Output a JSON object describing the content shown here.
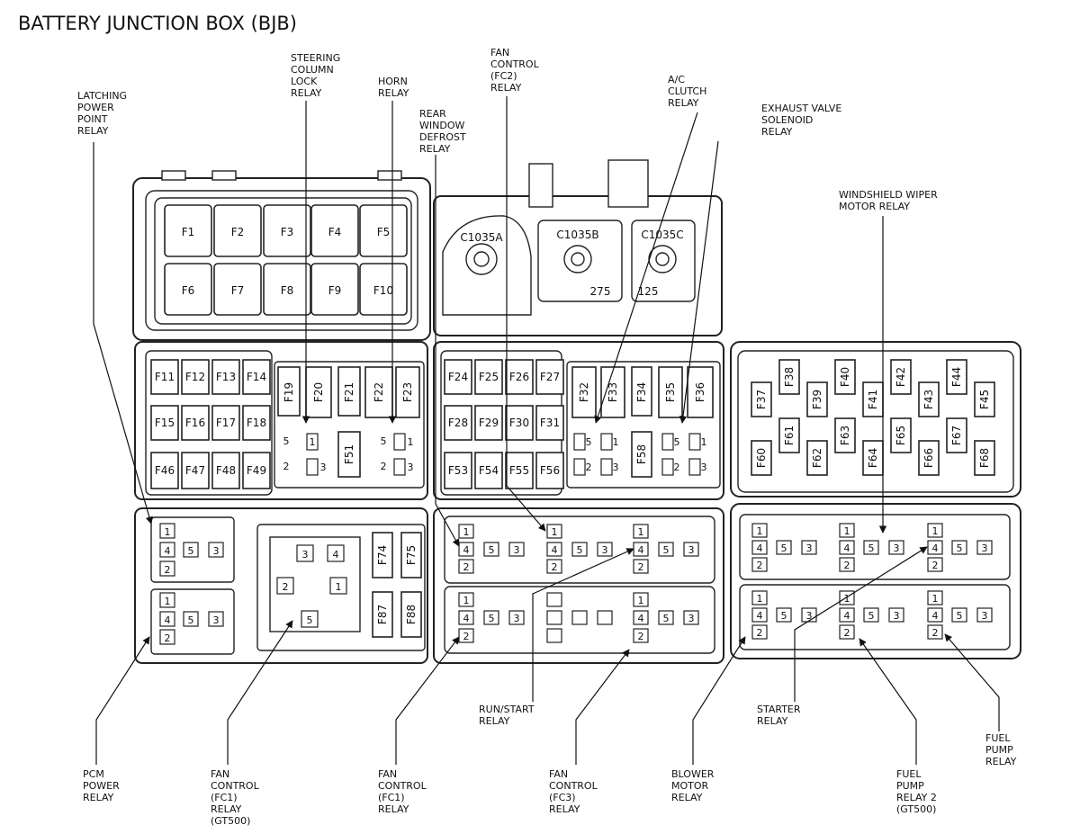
{
  "title": "BATTERY JUNCTION BOX (BJB)",
  "callouts": {
    "latching_power_point_relay": [
      "LATCHING",
      "POWER",
      "POINT",
      "RELAY"
    ],
    "steering_column_lock_relay": [
      "STEERING",
      "COLUMN",
      "LOCK",
      "RELAY"
    ],
    "horn_relay": [
      "HORN",
      "RELAY"
    ],
    "rear_window_defrost_relay": [
      "REAR",
      "WINDOW",
      "DEFROST",
      "RELAY"
    ],
    "fan_control_fc2_relay": [
      "FAN",
      "CONTROL",
      "(FC2)",
      "RELAY"
    ],
    "ac_clutch_relay": [
      "A/C",
      "CLUTCH",
      "RELAY"
    ],
    "exhaust_valve_solenoid_relay": [
      "EXHAUST VALVE",
      "SOLENOID",
      "RELAY"
    ],
    "windshield_wiper_motor_relay": [
      "WINDSHIELD WIPER",
      "MOTOR RELAY"
    ],
    "pcm_power_relay": [
      "PCM",
      "POWER",
      "RELAY"
    ],
    "fan_control_fc1_relay_gt500": [
      "FAN",
      "CONTROL",
      "(FC1)",
      "RELAY",
      "(GT500)"
    ],
    "fan_control_fc1_relay": [
      "FAN",
      "CONTROL",
      "(FC1)",
      "RELAY"
    ],
    "run_start_relay": [
      "RUN/START",
      "RELAY"
    ],
    "fan_control_fc3_relay": [
      "FAN",
      "CONTROL",
      "(FC3)",
      "RELAY"
    ],
    "blower_motor_relay": [
      "BLOWER",
      "MOTOR",
      "RELAY"
    ],
    "starter_relay": [
      "STARTER",
      "RELAY"
    ],
    "fuel_pump_relay_2_gt500": [
      "FUEL",
      "PUMP",
      "RELAY 2",
      "(GT500)"
    ],
    "fuel_pump_relay": [
      "FUEL",
      "PUMP",
      "RELAY"
    ]
  },
  "connectors": {
    "c1035a": "C1035A",
    "c1035b": "C1035B",
    "c1035c": "C1035C",
    "c1035b_rating": "275",
    "c1035c_rating": "125"
  },
  "fuses": {
    "top_row1": [
      "F1",
      "F2",
      "F3",
      "F4",
      "F5"
    ],
    "top_row2": [
      "F6",
      "F7",
      "F8",
      "F9",
      "F10"
    ],
    "left_grid": [
      [
        "F11",
        "F12",
        "F13",
        "F14"
      ],
      [
        "F15",
        "F16",
        "F17",
        "F18"
      ],
      [
        "F46",
        "F47",
        "F48",
        "F49"
      ]
    ],
    "left_vertical": [
      "F19",
      "F20",
      "F21",
      "F22",
      "F23"
    ],
    "left_f51": "F51",
    "mid_grid": [
      [
        "F24",
        "F25",
        "F26",
        "F27"
      ],
      [
        "F28",
        "F29",
        "F30",
        "F31"
      ],
      [
        "F53",
        "F54",
        "F55",
        "F56"
      ]
    ],
    "mid_vertical": [
      "F32",
      "F33",
      "F34",
      "F35",
      "F36"
    ],
    "mid_f58": "F58",
    "right_group": [
      "F37",
      "F38",
      "F39",
      "F40",
      "F41",
      "F42",
      "F43",
      "F44",
      "F45",
      "F60",
      "F61",
      "F62",
      "F63",
      "F64",
      "F65",
      "F66",
      "F67",
      "F68"
    ],
    "fc1_group": [
      "F74",
      "F75",
      "F87",
      "F88"
    ]
  },
  "pins": {
    "p1": "1",
    "p2": "2",
    "p3": "3",
    "p4": "4",
    "p5": "5"
  }
}
